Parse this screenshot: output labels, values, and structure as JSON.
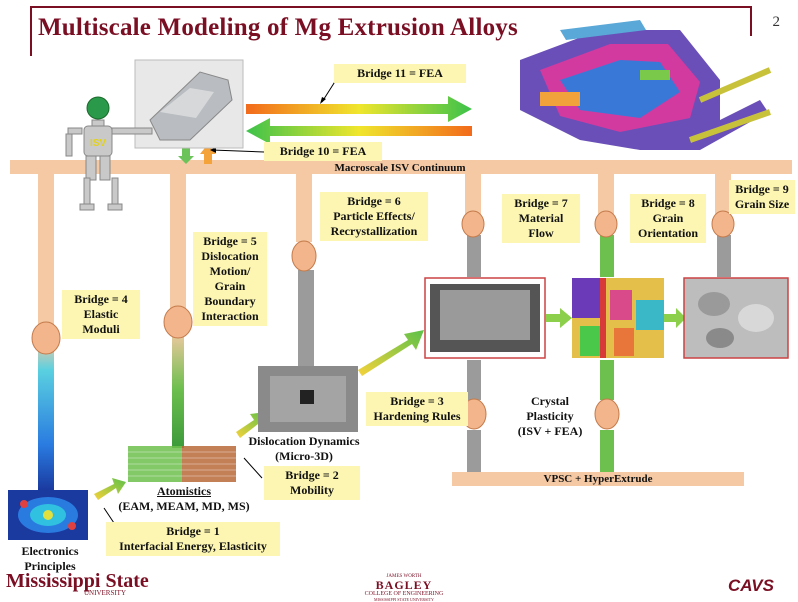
{
  "page": {
    "title": "Multiscale Modeling of Mg Extrusion Alloys",
    "number": "2"
  },
  "continuum_bar": {
    "label": "Macroscale ISV Continuum"
  },
  "vpsc_bar": {
    "label": "VPSC + HyperExtrude"
  },
  "bridges": {
    "b1": [
      "Bridge  = 1",
      "Interfacial Energy, Elasticity"
    ],
    "b2": [
      "Bridge  = 2",
      "Mobility"
    ],
    "b3": [
      "Bridge  = 3",
      "Hardening Rules"
    ],
    "b4": [
      "Bridge  = 4",
      "Elastic",
      "Moduli"
    ],
    "b5": [
      "Bridge  = 5",
      "Dislocation",
      "Motion/",
      "Grain",
      "Boundary",
      "Interaction"
    ],
    "b6": [
      "Bridge  = 6",
      "Particle Effects/",
      "Recrystallization"
    ],
    "b7": [
      "Bridge  = 7",
      "Material",
      "Flow"
    ],
    "b8": [
      "Bridge  = 8",
      "Grain",
      "Orientation"
    ],
    "b9": [
      "Bridge  = 9",
      "Grain Size"
    ],
    "b10": "Bridge 10 = FEA",
    "b11": "Bridge 11 = FEA"
  },
  "captions": {
    "electronics": [
      "Electronics",
      "Principles"
    ],
    "atomistics": [
      "Atomistics",
      "(EAM, MEAM, MD, MS)"
    ],
    "dislocation": [
      "Dislocation Dynamics",
      "(Micro-3D)"
    ],
    "crystal": [
      "Crystal",
      "Plasticity",
      "(ISV + FEA)"
    ]
  },
  "robot_badge": "ISV",
  "footer": {
    "msu_logo": [
      "Mississippi State",
      "UNIVERSITY"
    ],
    "bagley_logo": [
      "JAMES WORTH",
      "BAGLEY",
      "COLLEGE OF ENGINEERING",
      "MISSISSIPPI STATE UNIVERSITY"
    ],
    "cavs_logo": "CAVS"
  },
  "colors": {
    "title": "#7a0f24",
    "bar": "#f4c9a4",
    "label_bg": "#fcf6b2",
    "arrow_green": "#6cc35a",
    "arrow_orange": "#f4a23a"
  }
}
